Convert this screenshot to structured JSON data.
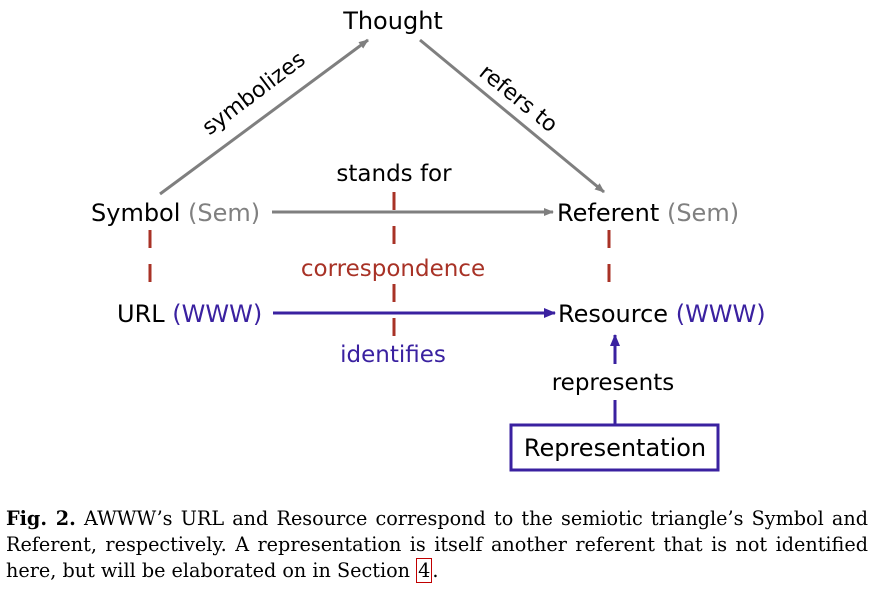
{
  "diagram": {
    "nodes": {
      "thought": "Thought",
      "symbol": "Symbol",
      "symbol_tag": "(Sem)",
      "referent": "Referent",
      "referent_tag": "(Sem)",
      "url": "URL",
      "url_tag": "(WWW)",
      "resource": "Resource",
      "resource_tag": "(WWW)",
      "representation": "Representation"
    },
    "edges": {
      "symbolizes": "symbolizes",
      "refers_to": "refers to",
      "stands_for": "stands for",
      "correspondence": "correspondence",
      "identifies": "identifies",
      "represents": "represents"
    },
    "colors": {
      "gray_arrow": "#7f7f7f",
      "purple_arrow": "#3a21a0",
      "red_dash": "#a83226",
      "sem_tag": "#808080",
      "www_tag": "#3a21a0"
    }
  },
  "caption": {
    "label": "Fig. 2.",
    "text_before_ref": "AWWW’s URL and Resource correspond to the semiotic triangle’s Symbol and Referent, respectively. A representation is itself another referent that is not identified here, but will be elaborated on in Section",
    "ref": "4",
    "text_after_ref": "."
  }
}
